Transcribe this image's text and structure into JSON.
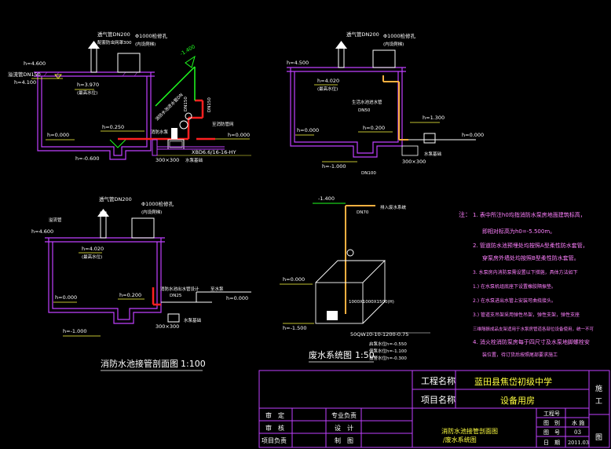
{
  "drawing_1": {
    "vent_pipe": "透气管DN200",
    "vent_note": "配套防虫网罩300",
    "manhole": "Φ1000检修孔",
    "manhole_note": "(内设爬梯)",
    "overflow_pipe": "溢流管DN150",
    "h_top": "h=4.600",
    "h_over": "h=4.100",
    "h_level": "h=3.970",
    "level_note": "(最高水位)",
    "h_pump_level": "h=0.250",
    "h_floor": "h=0.000",
    "h_pit": "h=-0.600",
    "h_roof": "-1.400",
    "inflow": "消防水池进水管DN",
    "dn_pipe": "DN150",
    "dn_pipe2": "DN150",
    "h_out": "h=0.000",
    "to_net": "至消防管网",
    "size": "300×300",
    "tank": "水泵基础",
    "pump_model": "XBD6.6/16-16-HY",
    "pump_label": "消防水泵"
  },
  "drawing_2": {
    "vent_pipe": "透气管DN200",
    "manhole": "Φ1000检修孔",
    "manhole_note": "(内设爬梯)",
    "h_top": "h=4.500",
    "h_level": "h=4.020",
    "level_note": "(最高水位)",
    "inflow": "生活水池进水管",
    "dn": "DN50",
    "h_1300": "h=1.300",
    "h_0200": "h=0.200",
    "h_floor": "h=0.000",
    "h_out": "h=0.000",
    "h_pit": "h=-1.000",
    "size": "300×300",
    "dn100": "DN100",
    "tank": "水泵基础"
  },
  "drawing_3": {
    "vent_pipe": "透气管DN200",
    "manhole": "Φ1000检修孔",
    "manhole_note": "(内设爬梯)",
    "overflow": "溢流管",
    "h_top": "h=4.600",
    "h_level": "h=4.020",
    "level_note": "(最高水位)",
    "h_0200": "h=0.200",
    "h_floor": "h=0.000",
    "h_out": "h=0.000",
    "h_pit": "h=-1.000",
    "pipe_note": "消防水池出水管设计",
    "dn": "DN25",
    "size": "300×300",
    "tank": "水泵基础",
    "pump_label": "至水泵"
  },
  "drawing_4": {
    "h_roof": "-1.400",
    "dn": "DN70",
    "to_well": "排入废水系统",
    "h_floor": "h=0.000",
    "h_pit": "h=-1.500",
    "pit_size": "1000X1000X1500(H)",
    "pump_model": "50QW10-10-1200-0.75",
    "pump_note1": "启泵水位h=-0.550",
    "pump_note2": "停泵水位h=-1.100",
    "pump_note3": "报警水位h=-0.300"
  },
  "titles": {
    "left": "消防水池接管剖面图",
    "left_scale": "1:100",
    "right": "废水系统图",
    "right_scale": "1:50"
  },
  "notes": {
    "head": "注：",
    "n1": "1. 表中所注h0均指消防水泵房地面建筑标高，",
    "n1b": "即相对标高为h0=-5.500m。",
    "n2": "2. 管道防水池预埋处均按照A型柔性防水套管，",
    "n2b": "穿泵房外墙处均按照B型柔性防水套管。",
    "n3": "3. 水泵房内消防泵需设置以下措施，具体方法如下",
    "n3a": "1.) 在水泵机组底座下设置橡胶隔振垫。",
    "n3b": "2.) 在水泵进出水管上安装可曲挠接头。",
    "n3c": "3.) 管道支吊架采用弹性吊架，弹性支架，弹性支座",
    "n3d": "三维隔振成品支架适用于水泵房管道各部位设备使用，统一不可",
    "n4": "4. 消火栓消防泵房每于四尺寸及水泵地脚螺栓安",
    "n4b": "装位置，待订货后按照尾部要求施工"
  },
  "title_block": {
    "project_label": "工程名称",
    "project_value": "蓝田县焦岱初级中学",
    "item_label": "项目名称",
    "item_value": "设备用房",
    "audit": "审　定",
    "check": "审　核",
    "lead": "项目负责",
    "prof": "专业负责",
    "design": "设　计",
    "draw": "制　图",
    "drawing_name1": "消防水池接管剖面图",
    "drawing_name2": "/废水系统图",
    "no_label": "工程号",
    "cat_label": "图　别",
    "cat_value": "水 施",
    "num_label": "图　号",
    "num_value": "03",
    "date_label": "日　期",
    "date_value": "2011.03",
    "side1": "施",
    "side2": "工",
    "side3": "图"
  },
  "colors": {
    "wall": "#c040ff",
    "pipe_red": "#ff2020",
    "pipe_green": "#20ff20",
    "pipe_orange": "#ffb040",
    "text_yellow": "#ffff40",
    "text_white": "#ffffff",
    "note_color": "#ff80ff"
  }
}
